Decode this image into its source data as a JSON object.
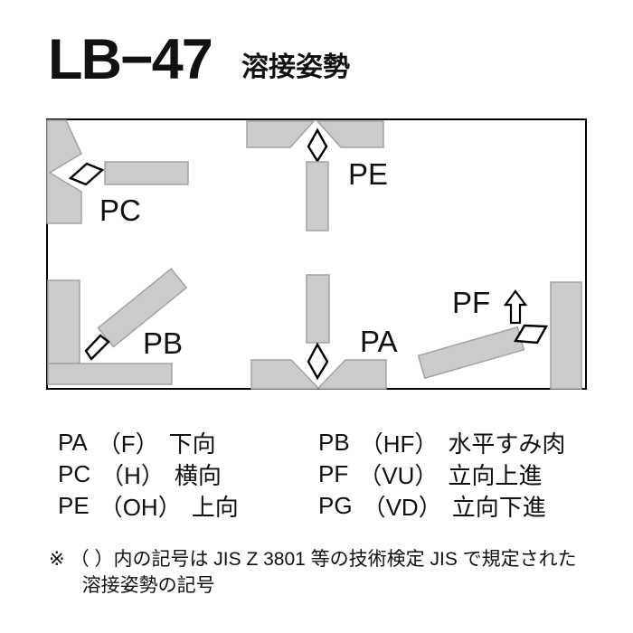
{
  "header": {
    "product_name": "LB−47",
    "subtitle": "溶接姿勢"
  },
  "colors": {
    "plateFill": "#cbcbcb",
    "plateStroke": "#a3a3a3",
    "frameColor": "#000000",
    "textColor": "#111111"
  },
  "diagram": {
    "position_labels": {
      "pa": "PA",
      "pb": "PB",
      "pc": "PC",
      "pe": "PE",
      "pf": "PF"
    }
  },
  "legend": {
    "rows_left": [
      {
        "code": "PA",
        "jis_code": "（F）",
        "name": "下向"
      },
      {
        "code": "PC",
        "jis_code": "（H）",
        "name": "横向"
      },
      {
        "code": "PE",
        "jis_code": "（OH）",
        "name": "上向"
      }
    ],
    "rows_right": [
      {
        "code": "PB",
        "jis_code": "（HF）",
        "name": "水平すみ肉"
      },
      {
        "code": "PF",
        "jis_code": "（VU）",
        "name": "立向上進"
      },
      {
        "code": "PG",
        "jis_code": "（VD）",
        "name": "立向下進"
      }
    ]
  },
  "note": {
    "marker": "※",
    "line1": "（ ）内の記号は JIS Z 3801 等の技術検定 JIS で規定された",
    "line2": "溶接姿勢の記号"
  }
}
